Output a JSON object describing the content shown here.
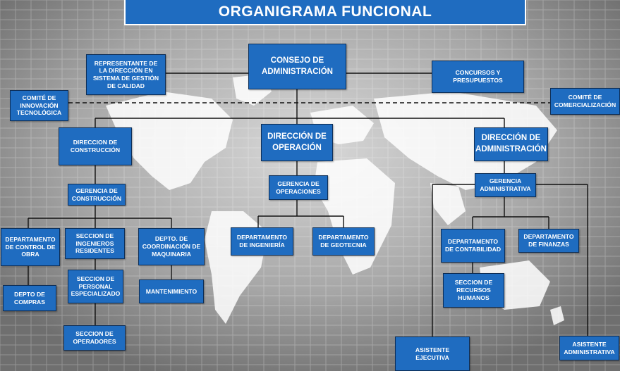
{
  "colors": {
    "box_fill": "#1f6cc0",
    "box_border": "#0d2e57",
    "text": "#ffffff",
    "line": "#111111"
  },
  "title": "ORGANIGRAMA  FUNCIONAL",
  "nodes": {
    "consejo": "CONSEJO DE ADMINISTRACIÓN",
    "representante": "REPRESENTANTE DE LA DIRECCIÓN EN SISTEMA DE GESTIÓN DE CALIDAD",
    "concursos": "CONCURSOS Y PRESUPUESTOS",
    "comite_innovacion": "COMITÉ DE INNOVACIÓN TECNOLÓGICA",
    "comite_comercializacion": "COMITÉ DE COMERCIALIZACIÓN",
    "dir_construccion": "DIRECCION DE CONSTRUCCIÓN",
    "dir_operacion": "DIRECCIÓN DE OPERACIÓN",
    "dir_administracion": "DIRECCIÓN DE ADMINISTRACIÓN",
    "ger_construccion": "GERENCIA DE CONSTRUCCIÓN",
    "ger_operaciones": "GERENCIA DE OPERACIONES",
    "ger_administrativa": "GERENCIA ADMINISTRATIVA",
    "dep_control_obra": "DEPARTAMENTO DE CONTROL DE OBRA",
    "sec_ingenieros": "SECCION DE INGENIEROS RESIDENTES",
    "depto_maquinaria": "DEPTO. DE COORDINACIÓN DE MAQUINARIA",
    "dep_ingenieria": "DEPARTAMENTO DE INGENIERÍA",
    "dep_geotecnia": "DEPARTAMENTO DE GEOTECNIA",
    "dep_contabilidad": "DEPARTAMENTO DE CONTABILIDAD",
    "dep_finanzas": "DEPARTAMENTO DE FINANZAS",
    "depto_compras": "DEPTO DE COMPRAS",
    "sec_personal": "SECCION DE PERSONAL ESPECIALIZADO",
    "mantenimiento": "MANTENIMIENTO",
    "sec_recursos": "SECCION DE RECURSOS HUMANOS",
    "sec_operadores": "SECCION DE OPERADORES",
    "asistente_ejecutiva": "ASISTENTE EJECUTIVA",
    "asistente_administrativa": "ASISTENTE ADMINISTRATIVA"
  }
}
